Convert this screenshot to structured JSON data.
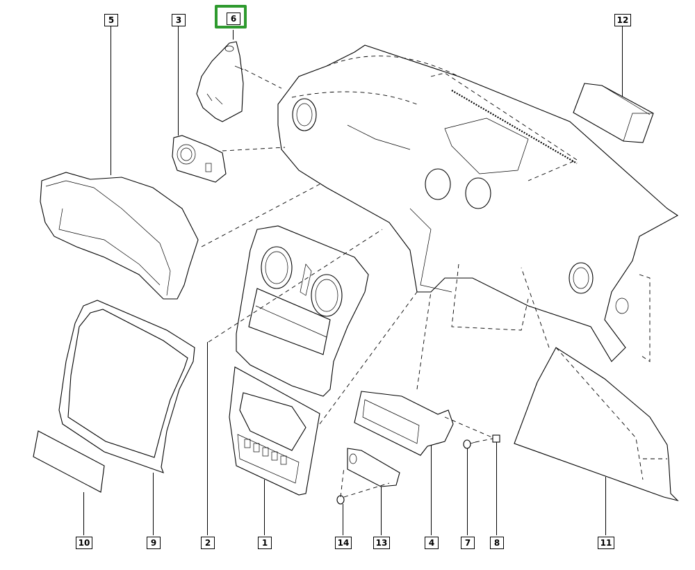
{
  "diagram": {
    "title": "Dashboard assembly exploded view",
    "highlighted_part": "6",
    "highlight_color": "#2e9a2e",
    "callouts": {
      "p1": "1",
      "p2": "2",
      "p3": "3",
      "p4": "4",
      "p5": "5",
      "p6": "6",
      "p7": "7",
      "p8": "8",
      "p9": "9",
      "p10": "10",
      "p11": "11",
      "p12": "12",
      "p13": "13",
      "p14": "14"
    }
  }
}
